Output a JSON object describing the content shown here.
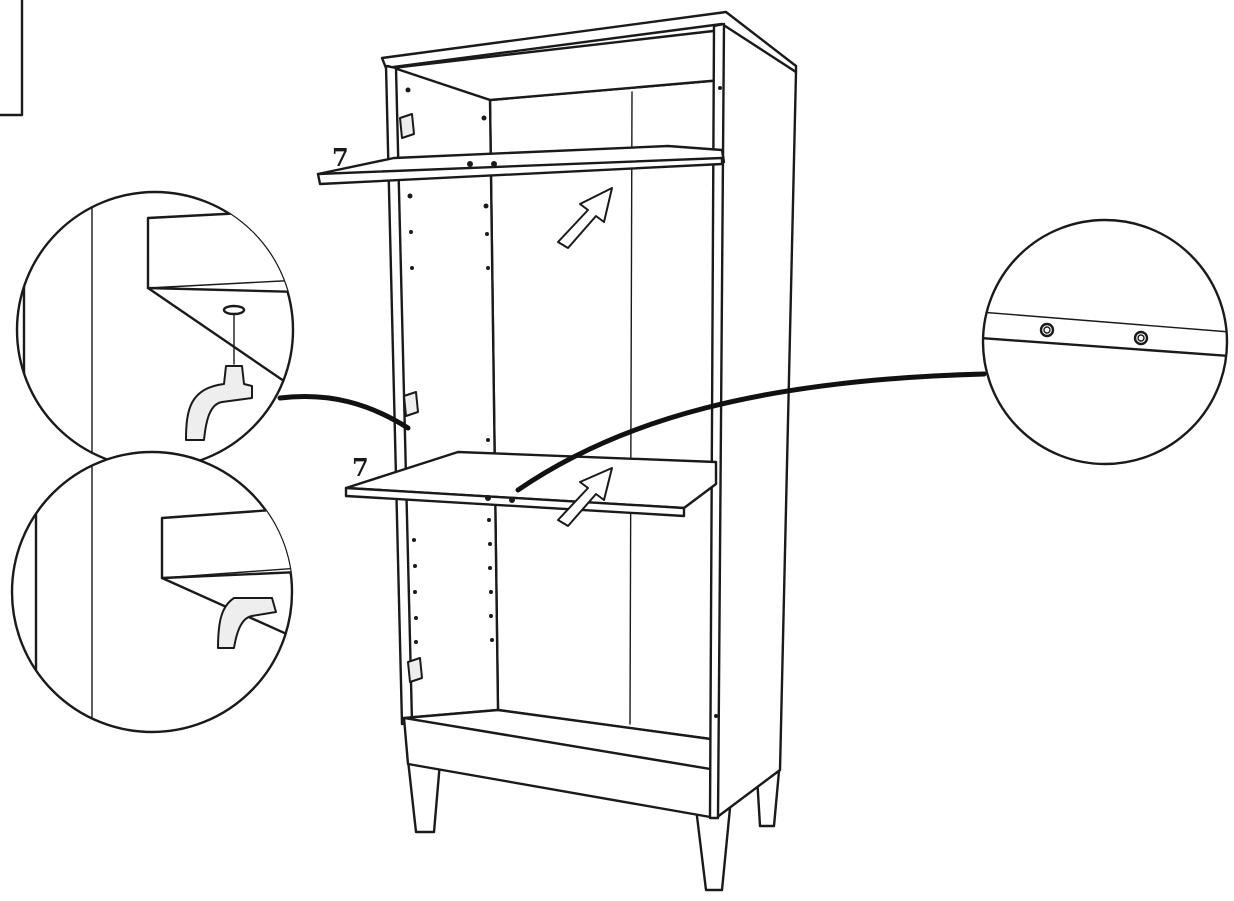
{
  "labels": {
    "upper_shelf_part": "7",
    "lower_shelf_part": "7"
  },
  "icons": {
    "insert_arrow": "insert-direction-arrow",
    "shelf_support": "shelf-support-peg",
    "shelf_holes": "shelf-hole-detail"
  },
  "colors": {
    "ink": "#1a1a1a",
    "paper": "#ffffff"
  }
}
